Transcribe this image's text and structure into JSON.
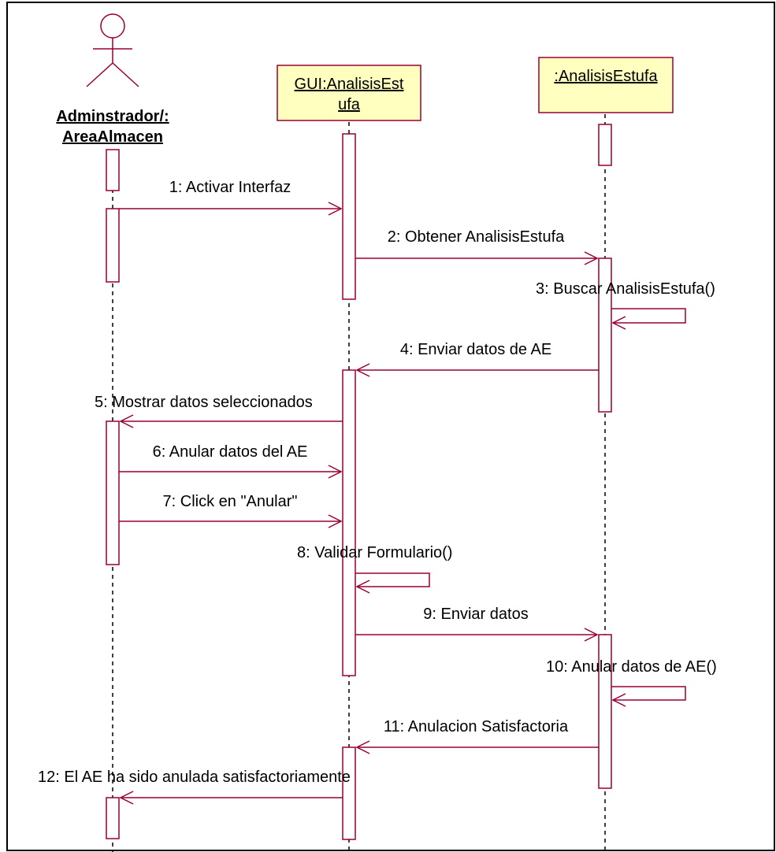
{
  "colors": {
    "line": "#990033",
    "objectFill": "#ffffc0",
    "border": "#000000",
    "background": "#ffffff"
  },
  "participants": {
    "actor": {
      "icon": "stick-figure-actor-icon",
      "name_line1": "Adminstrador/:",
      "name_line2": "AreaAlmacen"
    },
    "gui": {
      "name_line1": "GUI:AnalisisEst",
      "name_line2": "ufa"
    },
    "analisis": {
      "name": ":AnalisisEstufa"
    }
  },
  "messages": [
    {
      "label": "1: Activar Interfaz"
    },
    {
      "label": "2: Obtener AnalisisEstufa"
    },
    {
      "label": "3: Buscar AnalisisEstufa()"
    },
    {
      "label": "4: Enviar datos de AE"
    },
    {
      "label": "5: Mostrar datos seleccionados"
    },
    {
      "label": "6: Anular datos del AE"
    },
    {
      "label": "7: Click en \"Anular\""
    },
    {
      "label": "8: Validar Formulario()"
    },
    {
      "label": "9: Enviar datos"
    },
    {
      "label": "10: Anular datos de AE()"
    },
    {
      "label": "11: Anulacion Satisfactoria"
    },
    {
      "label": "12: El AE  ha sido anulada satisfactoriamente"
    }
  ]
}
